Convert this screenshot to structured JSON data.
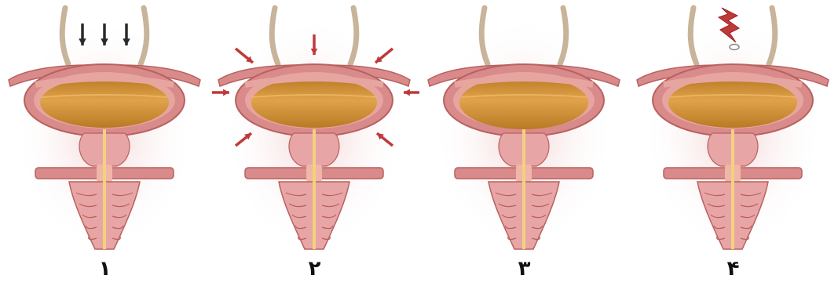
{
  "panels": [
    {
      "label": "۱",
      "indicator": "downward-arrows"
    },
    {
      "label": "۲",
      "indicator": "radial-arrows"
    },
    {
      "label": "۳",
      "indicator": "none"
    },
    {
      "label": "۴",
      "indicator": "lightning-bolt"
    }
  ],
  "colors": {
    "bladder_wall": "#d98a8a",
    "bladder_wall_dark": "#b8615f",
    "urine": "#b87a22",
    "urine_light": "#e0a24a",
    "ureter": "#c8b49a",
    "arrow_dark": "#2a2a2a",
    "arrow_red": "#c0393a",
    "prostate": "#e8a5a5",
    "urethra": "#f3d27e"
  }
}
